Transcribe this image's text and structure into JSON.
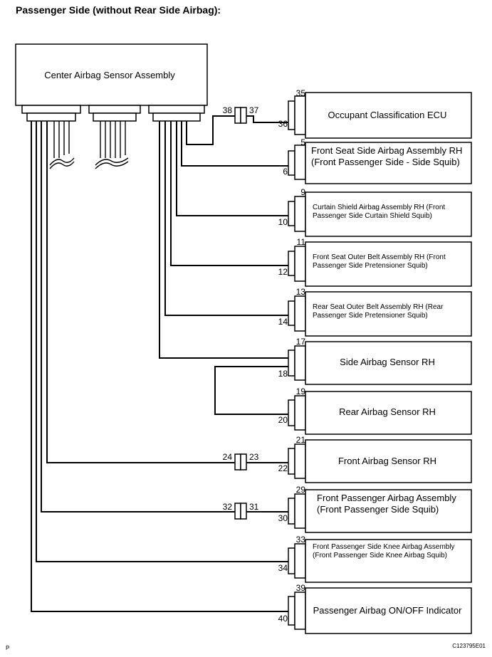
{
  "title": "Passenger Side (without Rear Side Airbag):",
  "sensor_assembly": {
    "label": "Center Airbag Sensor Assembly"
  },
  "inline_connectors": [
    {
      "left_pin": "38",
      "right_pin": "37"
    },
    {
      "left_pin": "24",
      "right_pin": "23"
    },
    {
      "left_pin": "32",
      "right_pin": "31"
    }
  ],
  "components": [
    {
      "lines": [
        "Occupant Classification ECU"
      ],
      "top_pin": "35",
      "bottom_pin": "36"
    },
    {
      "lines": [
        "Front Seat Side Airbag Assembly RH",
        "(Front Passenger Side - Side Squib)"
      ],
      "top_pin": "5",
      "bottom_pin": "6"
    },
    {
      "lines": [
        "Curtain Shield Airbag Assembly RH (Front",
        "Passenger Side Curtain Shield Squib)"
      ],
      "top_pin": "9",
      "bottom_pin": "10"
    },
    {
      "lines": [
        "Front Seat Outer Belt Assembly RH (Front",
        "Passenger Side Pretensioner Squib)"
      ],
      "top_pin": "11",
      "bottom_pin": "12"
    },
    {
      "lines": [
        "Rear Seat Outer Belt Assembly RH (Rear",
        "Passenger Side Pretensioner Squib)"
      ],
      "top_pin": "13",
      "bottom_pin": "14"
    },
    {
      "lines": [
        "Side Airbag Sensor RH"
      ],
      "top_pin": "17",
      "bottom_pin": "18"
    },
    {
      "lines": [
        "Rear Airbag Sensor RH"
      ],
      "top_pin": "19",
      "bottom_pin": "20"
    },
    {
      "lines": [
        "Front Airbag Sensor RH"
      ],
      "top_pin": "21",
      "bottom_pin": "22"
    },
    {
      "lines": [
        "Front Passenger Airbag Assembly",
        "(Front Passenger Side Squib)"
      ],
      "top_pin": "29",
      "bottom_pin": "30"
    },
    {
      "lines": [
        "Front Passenger Side Knee Airbag Assembly",
        "(Front Passenger Side Knee Airbag Squib)"
      ],
      "top_pin": "33",
      "bottom_pin": "34"
    },
    {
      "lines": [
        "Passenger Airbag ON/OFF Indicator"
      ],
      "top_pin": "39",
      "bottom_pin": "40"
    }
  ],
  "footer": {
    "left_mark": "P",
    "code": "C123795E01"
  }
}
